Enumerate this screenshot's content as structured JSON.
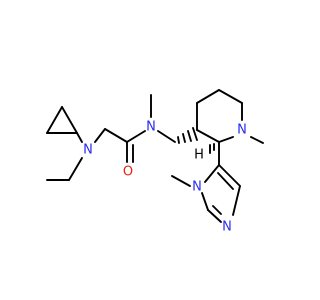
{
  "atoms": {
    "n_amine": {
      "label": "N",
      "color": "#2b2bf0"
    },
    "n_amide": {
      "label": "N",
      "color": "#2b2bf0"
    },
    "o_carbonyl": {
      "label": "O",
      "color": "#e8201c"
    },
    "n_piperidine": {
      "label": "N",
      "color": "#2b2bf0"
    },
    "n_imidazole_methyl": {
      "label": "N",
      "color": "#2b2bf0"
    },
    "n_imidazole": {
      "label": "N",
      "color": "#2b2bf0"
    },
    "h_stereo": {
      "label": "H",
      "color": "#000000"
    }
  },
  "icons": [
    "stereo-hash-bond-icon",
    "stereo-wedge-bond-icon"
  ]
}
